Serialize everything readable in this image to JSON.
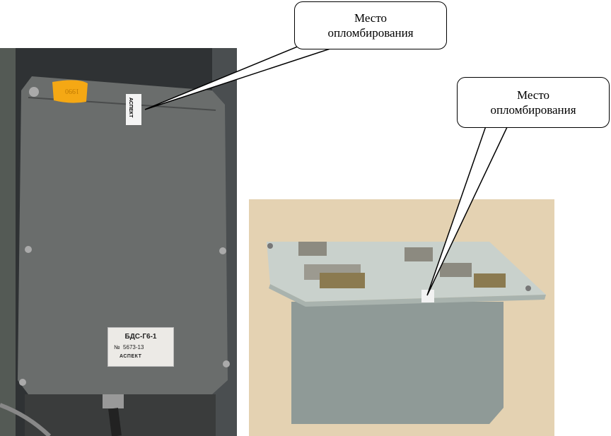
{
  "callouts": [
    {
      "line1": "Место",
      "line2": "опломбирования"
    },
    {
      "line1": "Место",
      "line2": "опломбирования"
    }
  ],
  "left_photo": {
    "plate": {
      "model": "БДС-Г6-1",
      "serial_label": "№",
      "serial": "5673-13",
      "brand": "АСПЕКТ"
    },
    "sticker": "АСПЕКТ",
    "tag": "1990"
  }
}
